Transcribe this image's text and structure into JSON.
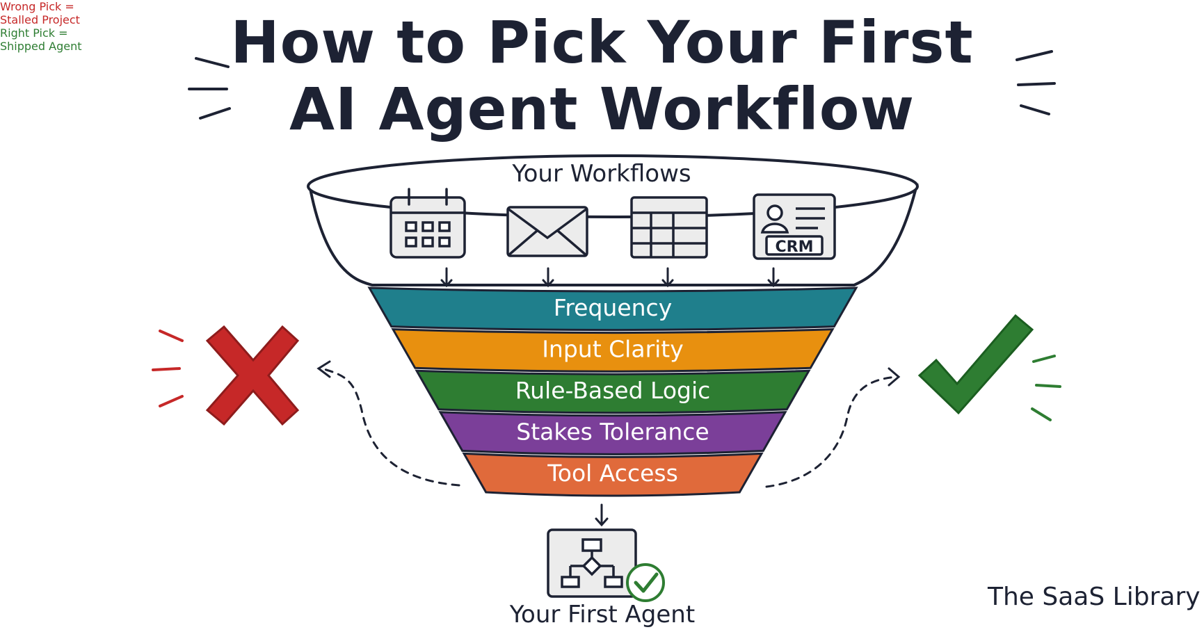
{
  "title": {
    "line1": "How to Pick Your First",
    "line2": "AI Agent Workflow"
  },
  "funnel": {
    "top_label": "Your Workflows",
    "icons": [
      {
        "name": "calendar-icon",
        "label": ""
      },
      {
        "name": "mail-icon",
        "label": ""
      },
      {
        "name": "spreadsheet-icon",
        "label": ""
      },
      {
        "name": "crm-card-icon",
        "label": "CRM"
      }
    ],
    "bands": [
      {
        "label": "Frequency",
        "color": "#1f7f8c"
      },
      {
        "label": "Input Clarity",
        "color": "#e8900f"
      },
      {
        "label": "Rule-Based Logic",
        "color": "#2e7d32"
      },
      {
        "label": "Stakes Tolerance",
        "color": "#7b3f99"
      },
      {
        "label": "Tool Access",
        "color": "#e06a3b"
      }
    ]
  },
  "outcomes": {
    "wrong_line1": "Wrong Pick =",
    "wrong_line2": "Stalled Project",
    "wrong_color": "#c62828",
    "right_line1": "Right Pick =",
    "right_line2": "Shipped Agent",
    "right_color": "#2e7d32"
  },
  "result": {
    "label": "Your First Agent",
    "icon": "workflow-diagram-icon",
    "badge_icon": "check-circle-icon"
  },
  "brand": "The SaaS Library"
}
